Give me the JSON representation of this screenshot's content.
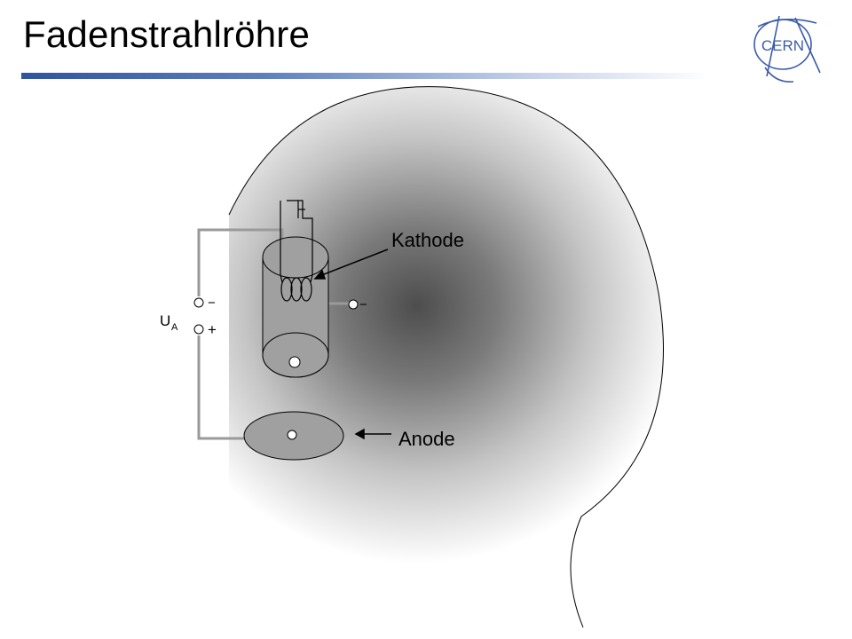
{
  "slide": {
    "title": "Fadenstrahlröhre"
  },
  "logo": {
    "text": "CERN"
  },
  "diagram": {
    "labels": {
      "cathode": "Kathode",
      "anode": "Anode",
      "voltage_main": "U",
      "voltage_sub": "A",
      "minus_left": "−",
      "plus_left": "+",
      "minus_right": "−"
    }
  },
  "colors": {
    "accent": "#2f54a0",
    "electrode_fill": "#a0a0a0",
    "wire": "#a0a0a0"
  }
}
